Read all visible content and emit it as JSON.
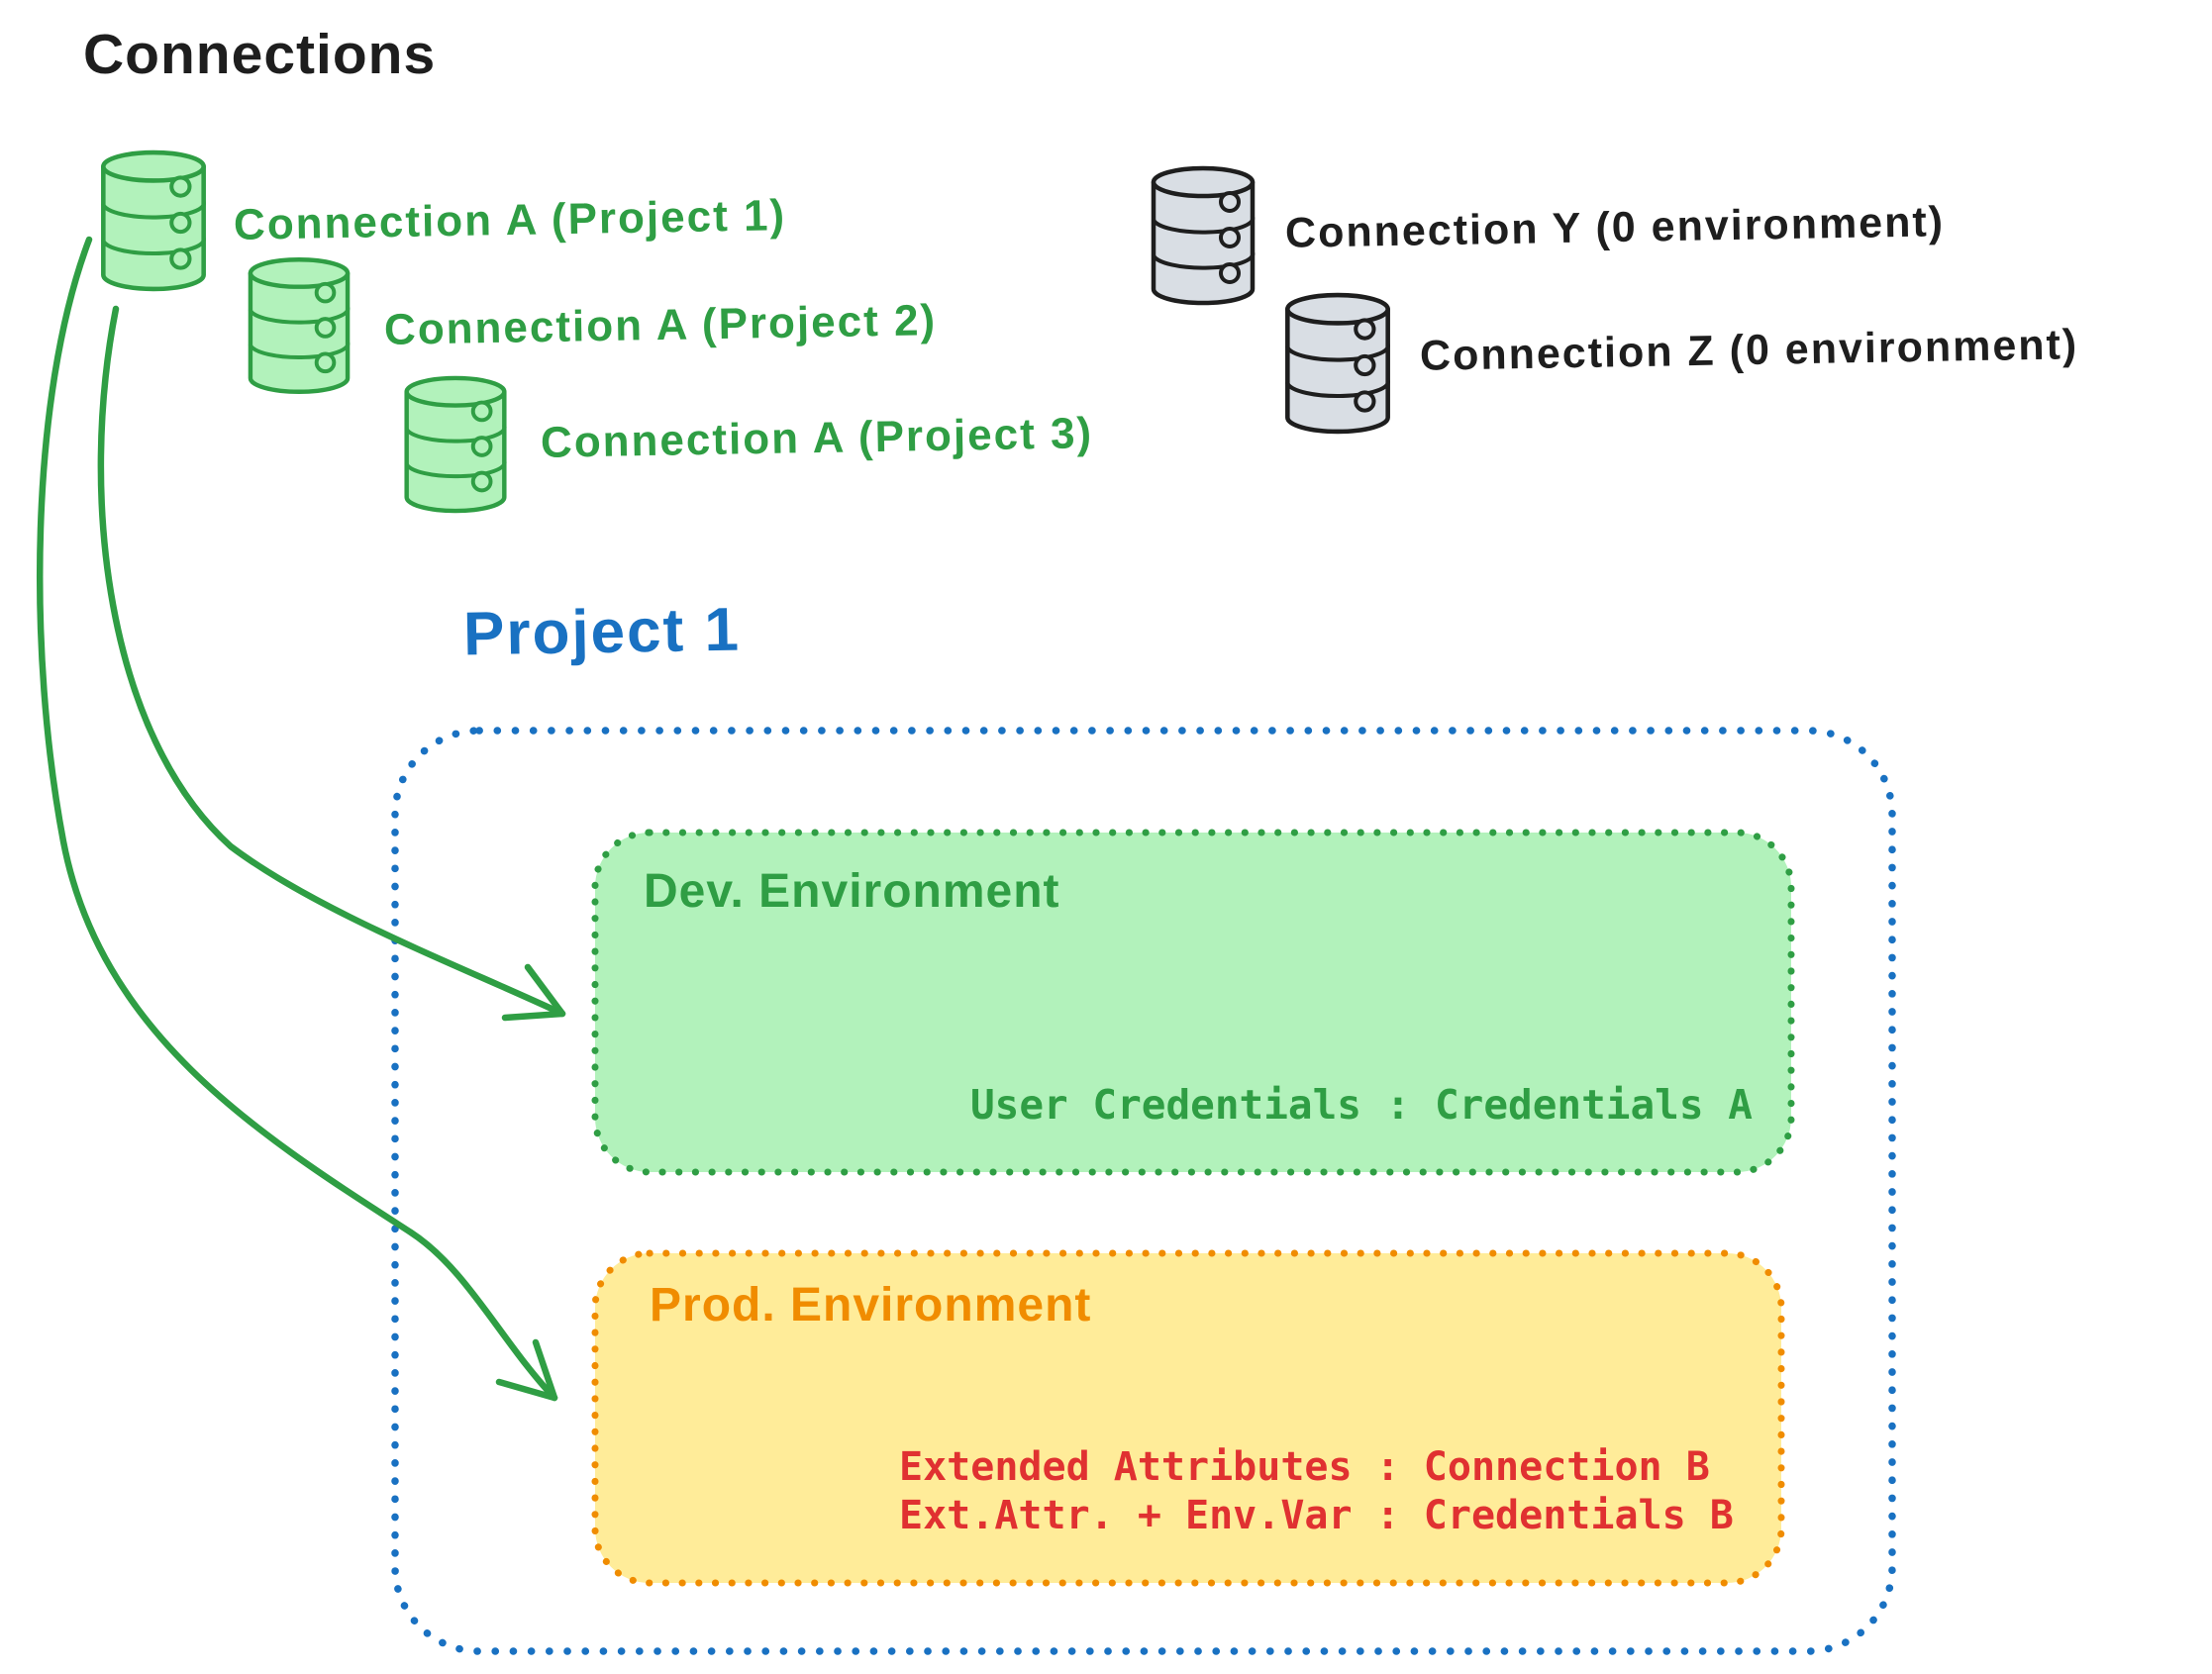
{
  "diagram": {
    "title": "Connections",
    "project_connections": [
      {
        "label": "Connection A (Project 1)"
      },
      {
        "label": "Connection A (Project 2)"
      },
      {
        "label": "Connection A (Project 3)"
      }
    ],
    "orphan_connections": [
      {
        "label": "Connection Y (0 environment)"
      },
      {
        "label": "Connection Z (0 environment)"
      }
    ],
    "project": {
      "title": "Project 1",
      "dev_environment": {
        "title": "Dev. Environment",
        "mapping": "User Credentials : Credentials A"
      },
      "prod_environment": {
        "title": "Prod. Environment",
        "mapping_line1": "Extended Attributes : Connection B",
        "mapping_line2": "Ext.Attr. + Env.Var : Credentials B"
      }
    },
    "icons": {
      "green_database": "database-icon",
      "gray_database": "database-icon"
    },
    "colors": {
      "ink": "#1e1e1e",
      "green": "#2f9e44",
      "green_fill": "#b2f2bb",
      "blue": "#1971c2",
      "orange": "#f08c00",
      "orange_fill": "#ffec99",
      "red": "#e03131",
      "gray_fill": "#d9dee4"
    }
  }
}
